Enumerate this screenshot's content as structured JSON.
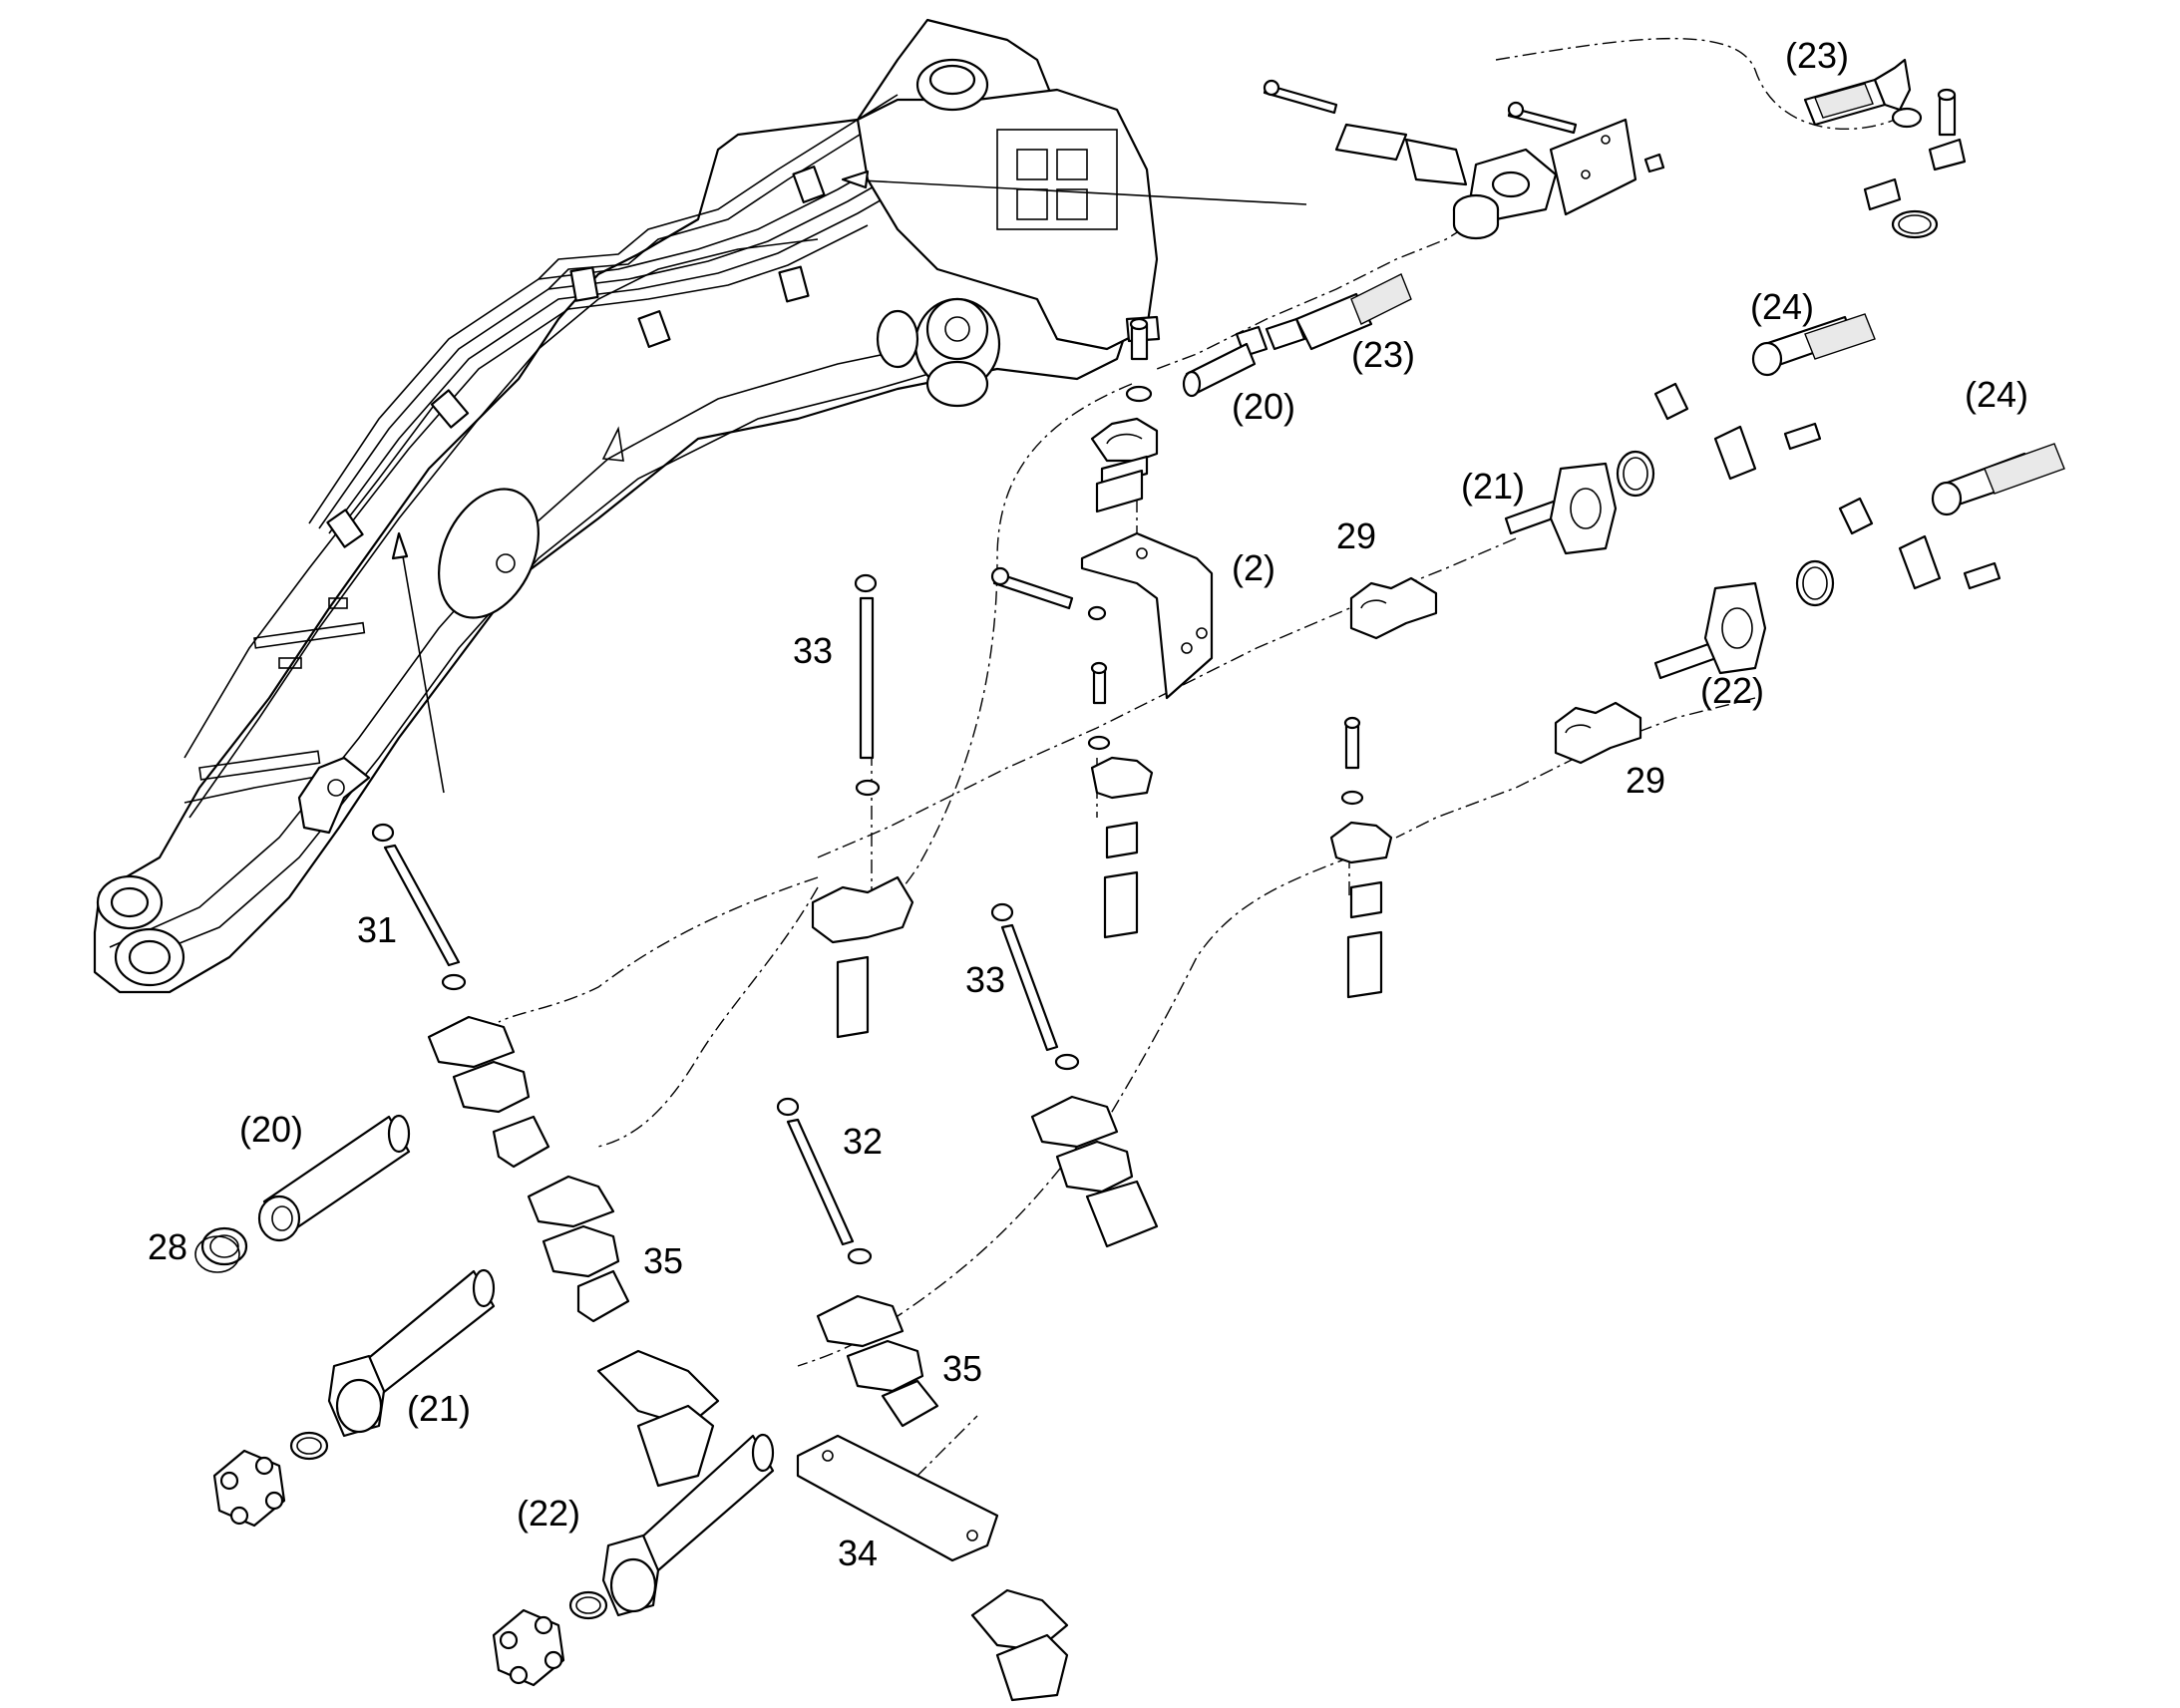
{
  "callouts": [
    {
      "id": "c23a",
      "text": "(23)"
    },
    {
      "id": "c23b",
      "text": "(23)"
    },
    {
      "id": "c24a",
      "text": "(24)"
    },
    {
      "id": "c24b",
      "text": "(24)"
    },
    {
      "id": "c20a",
      "text": "(20)"
    },
    {
      "id": "c21a",
      "text": "(21)"
    },
    {
      "id": "c2",
      "text": "(2)"
    },
    {
      "id": "c29a",
      "text": "29"
    },
    {
      "id": "c22a",
      "text": "(22)"
    },
    {
      "id": "c29b",
      "text": "29"
    },
    {
      "id": "c33a",
      "text": "33"
    },
    {
      "id": "c31",
      "text": "31"
    },
    {
      "id": "c33b",
      "text": "33"
    },
    {
      "id": "c20b",
      "text": "(20)"
    },
    {
      "id": "c32",
      "text": "32"
    },
    {
      "id": "c28",
      "text": "28"
    },
    {
      "id": "c35a",
      "text": "35"
    },
    {
      "id": "c21b",
      "text": "(21)"
    },
    {
      "id": "c35b",
      "text": "35"
    },
    {
      "id": "c22b",
      "text": "(22)"
    },
    {
      "id": "c34",
      "text": "34"
    }
  ]
}
